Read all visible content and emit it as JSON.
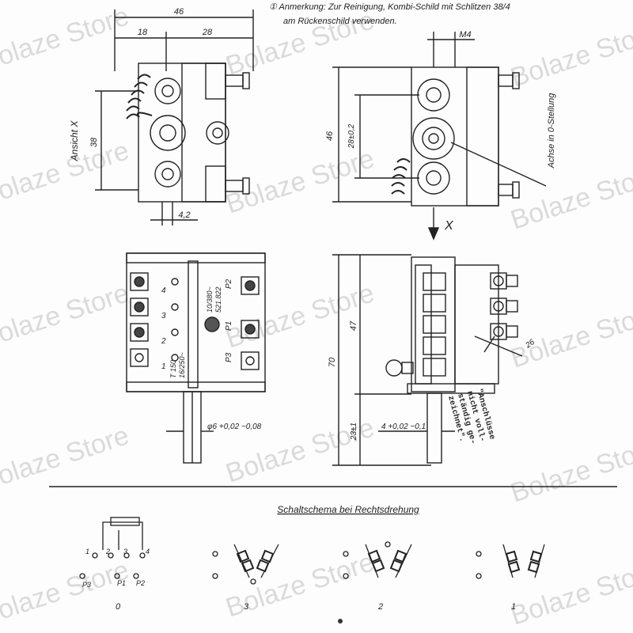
{
  "note": {
    "line1": "① Anmerkung: Zur Reinigung, Kombi-Schild mit Schlitzen 38/4",
    "line2": "am Rückenschild verwenden."
  },
  "dims": {
    "w46": "46",
    "w18": "18",
    "w28": "28",
    "h38": "38",
    "w42": "4,2",
    "m4": "M4",
    "h46": "46",
    "h28": "28±0,2",
    "h47": "47",
    "h70": "70",
    "h23": "23±1",
    "d6": "φ6 +0,02 −0,08",
    "d4": "4 +0,02 −0,1",
    "d26": "26"
  },
  "labels": {
    "ansicht": "Ansicht X",
    "x_arrow": "X",
    "achse": "Achse in 0-Stellung",
    "pins": [
      "4",
      "3",
      "2",
      "1"
    ],
    "p_labels": [
      "P2",
      "P1",
      "P3"
    ],
    "ratings_top": [
      "10/380~",
      "521.822"
    ],
    "ratings_bottom": [
      "16/250~",
      "T 150"
    ],
    "anschluesse": [
      "\"Anschlüsse",
      "nicht voll-",
      "ständig ge-",
      "zeichnet\"."
    ]
  },
  "schema": {
    "title": "Schaltschema bei Rechtsdrehung",
    "top_pins": [
      "1",
      "2",
      "3",
      "4"
    ],
    "bottom_pins": [
      "P3",
      "P1",
      "P2"
    ],
    "positions": [
      "0",
      "3",
      "2",
      "1"
    ]
  },
  "watermark": "Bolaze Store"
}
